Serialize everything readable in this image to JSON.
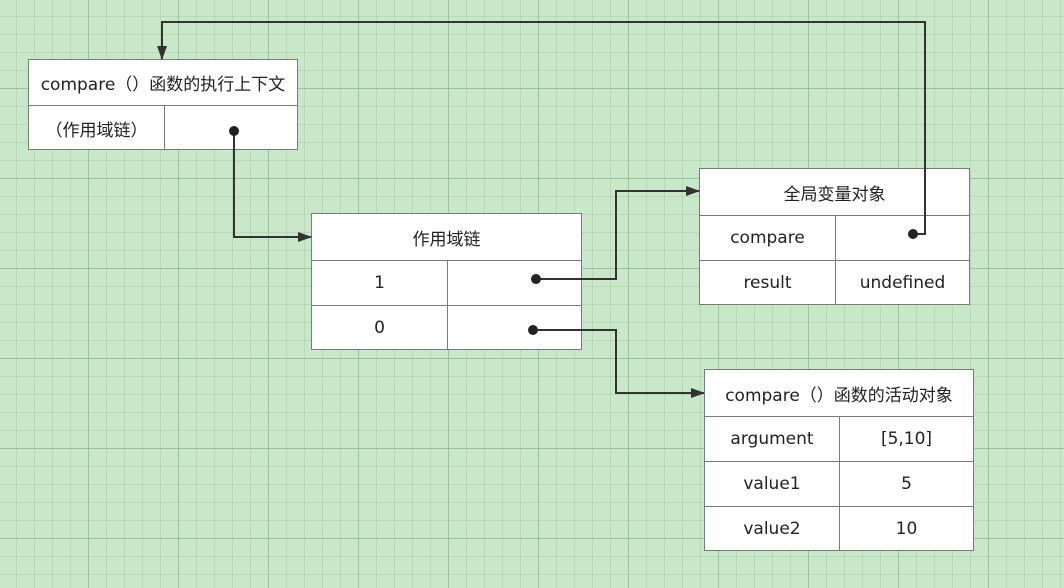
{
  "exec_context": {
    "title": "compare（）函数的执行上下文",
    "row_label": "（作用域链）",
    "row_value": ""
  },
  "scope_chain": {
    "title": "作用域链",
    "rows": [
      {
        "index": "1",
        "value": ""
      },
      {
        "index": "0",
        "value": ""
      }
    ]
  },
  "global_var_object": {
    "title": "全局变量对象",
    "rows": [
      {
        "name": "compare",
        "value": ""
      },
      {
        "name": "result",
        "value": "undefined"
      }
    ]
  },
  "activation_object": {
    "title": "compare（）函数的活动对象",
    "rows": [
      {
        "name": "argument",
        "value": "[5,10]"
      },
      {
        "name": "value1",
        "value": "5"
      },
      {
        "name": "value2",
        "value": "10"
      }
    ]
  }
}
